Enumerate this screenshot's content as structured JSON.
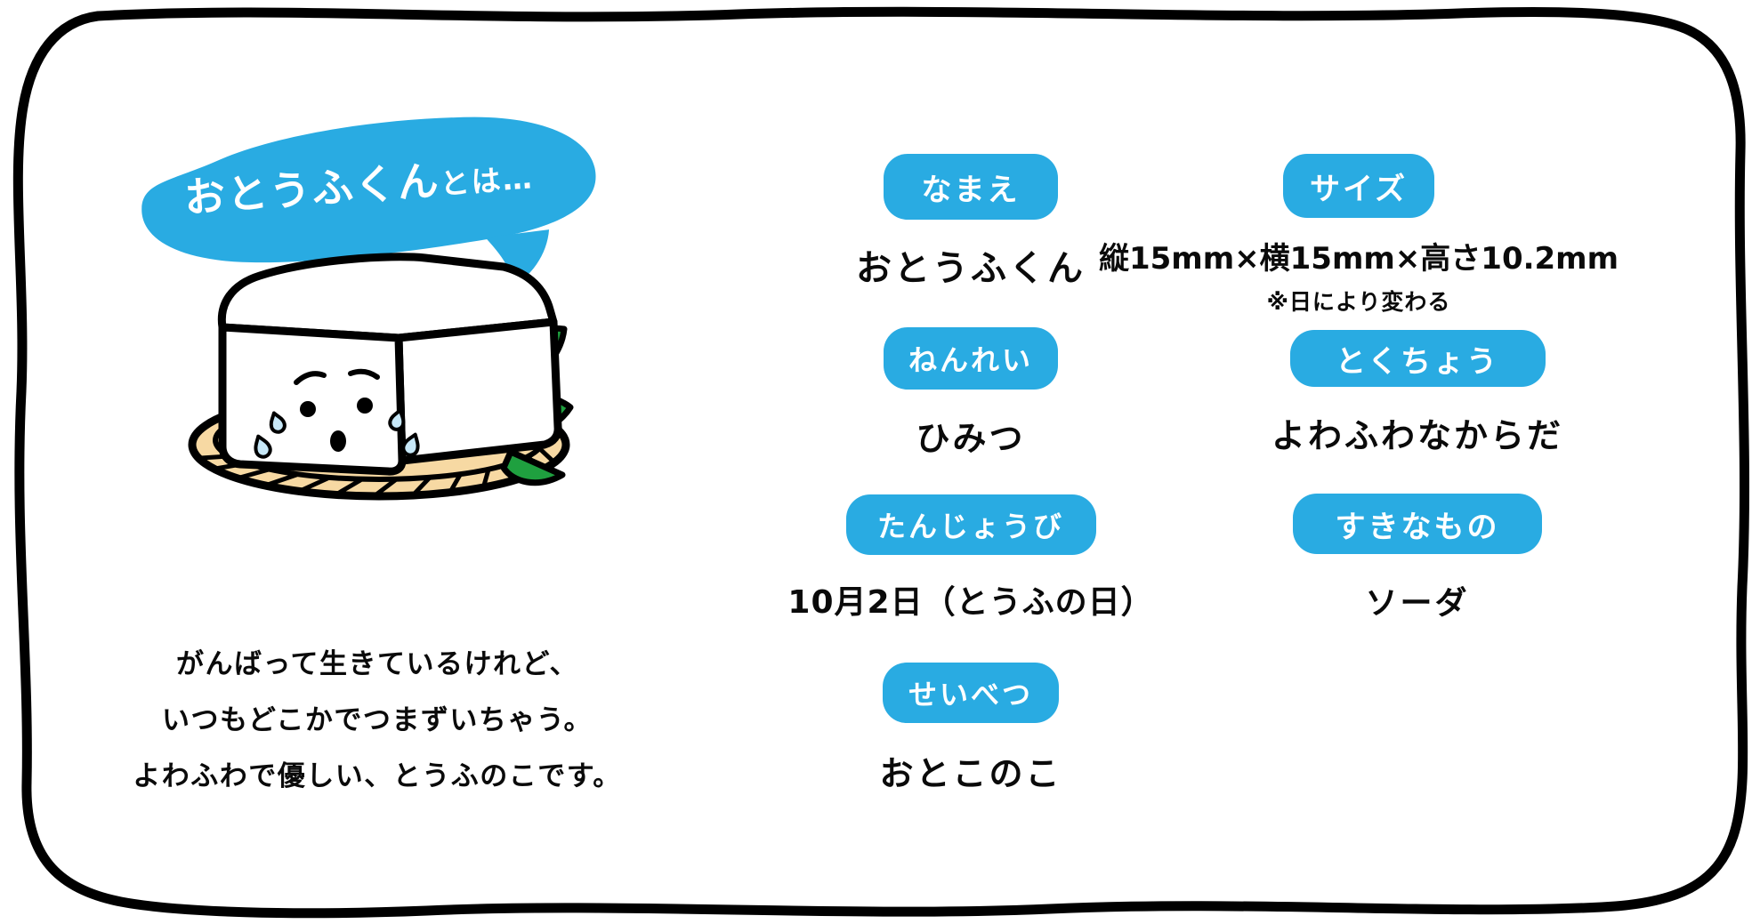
{
  "bubble": {
    "title_main": "おとうふくん",
    "title_suffix": "とは…"
  },
  "description_lines": [
    "がんばって生きているけれど、",
    "いつもどこかでつまずいちゃう。",
    "よわふわで優しい、とうふのこです。"
  ],
  "illustration": {
    "name": "crying-tofu-on-bamboo-basket",
    "elements": [
      "tofu-block",
      "sad-face",
      "tears",
      "bamboo-basket",
      "green-leaves"
    ]
  },
  "profile": {
    "fields": [
      {
        "label": "なまえ",
        "value": "おとうふくん"
      },
      {
        "label": "ねんれい",
        "value": "ひみつ"
      },
      {
        "label": "たんじょうび",
        "value": "10月2日（とうふの日）"
      },
      {
        "label": "せいべつ",
        "value": "おとこのこ"
      },
      {
        "label": "サイズ",
        "value": "縦15mm×横15mm×高さ10.2mm",
        "note": "※日により変わる"
      },
      {
        "label": "とくちょう",
        "value": "よわふわなからだ"
      },
      {
        "label": "すきなもの",
        "value": "ソーダ"
      }
    ]
  },
  "colors": {
    "accent_blue": "#29ABE2",
    "outline_black": "#000000",
    "basket_tan": "#F7D9A3",
    "leaf_green": "#1FA03F",
    "tear_blue": "#C7E8F8",
    "card_background": "#FFFFFF"
  }
}
